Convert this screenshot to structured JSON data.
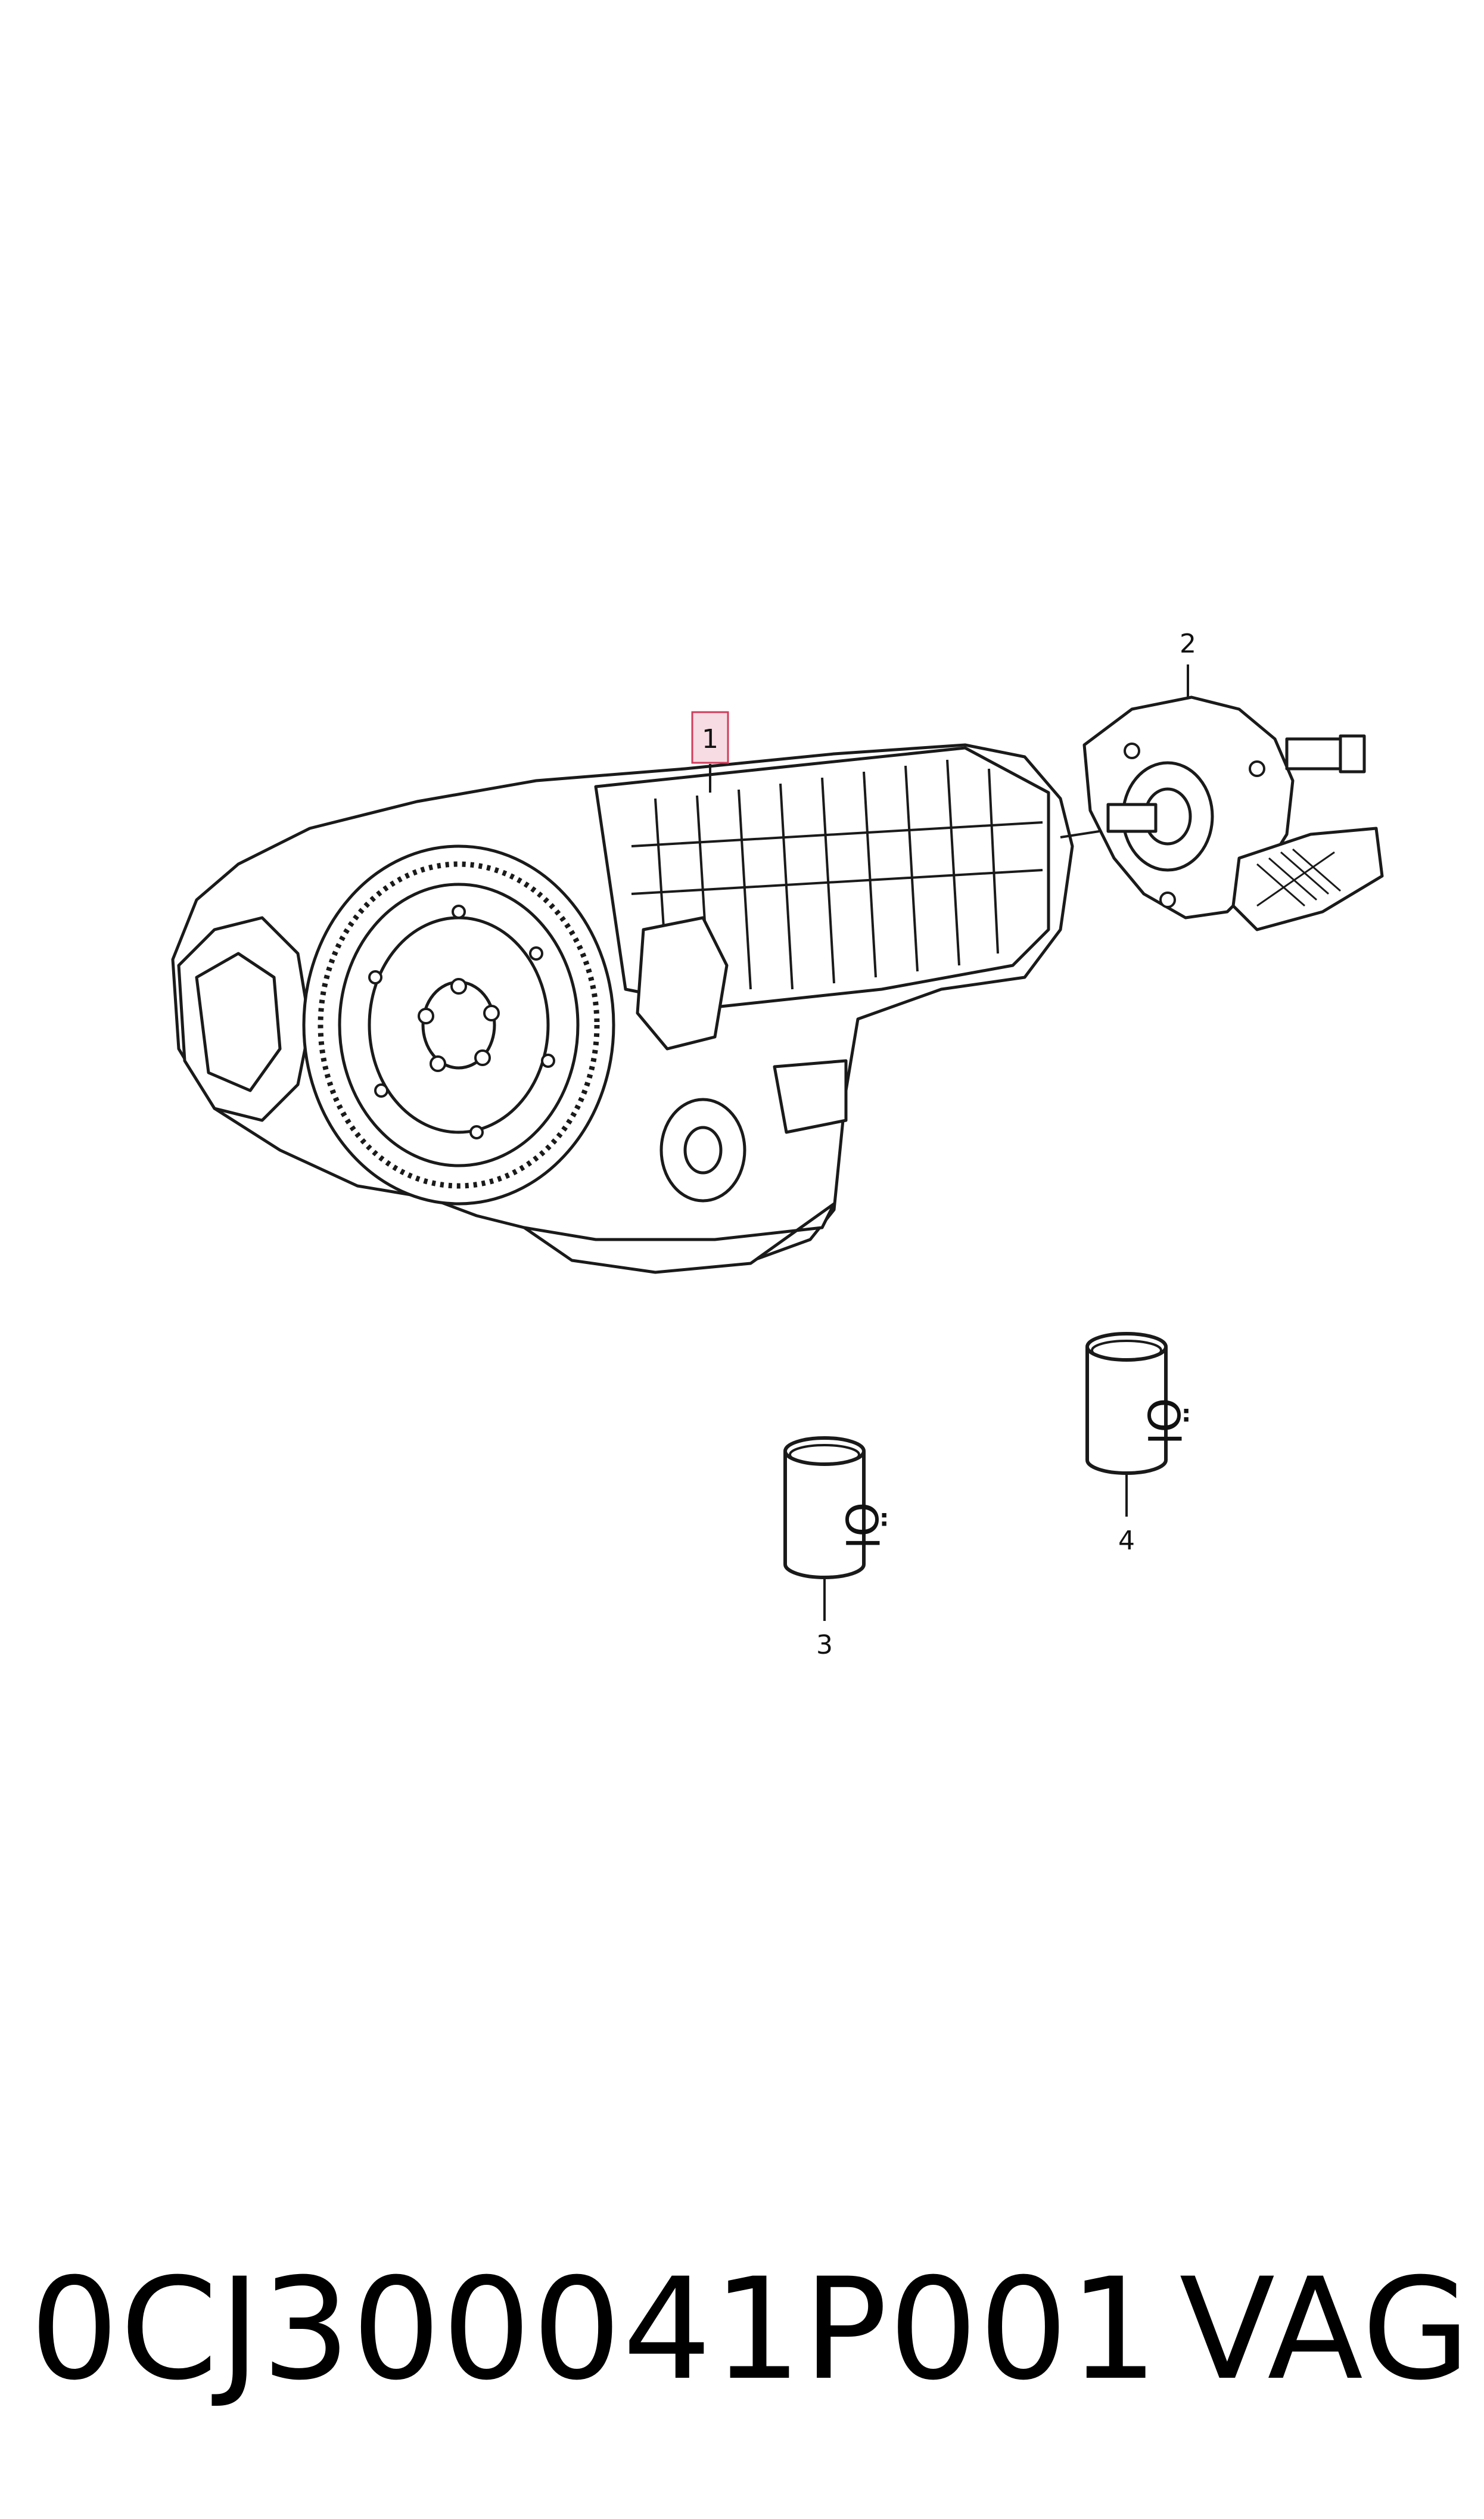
{
  "callouts": [
    {
      "id": "1",
      "label": "1",
      "highlighted": true
    },
    {
      "id": "2",
      "label": "2",
      "highlighted": false
    },
    {
      "id": "3",
      "label": "3",
      "highlighted": false
    },
    {
      "id": "4",
      "label": "4",
      "highlighted": false
    }
  ],
  "canister_text": "Öl",
  "footer": {
    "part_number": "0CJ300041P001",
    "brand": "VAG"
  },
  "colors": {
    "line": "#1a1a1a",
    "highlight_border": "#d23c5a",
    "highlight_fill": "#f7dde3"
  },
  "icons": [
    "transmission-assembly-illustration",
    "transfer-case-illustration",
    "oil-canister-icon"
  ]
}
